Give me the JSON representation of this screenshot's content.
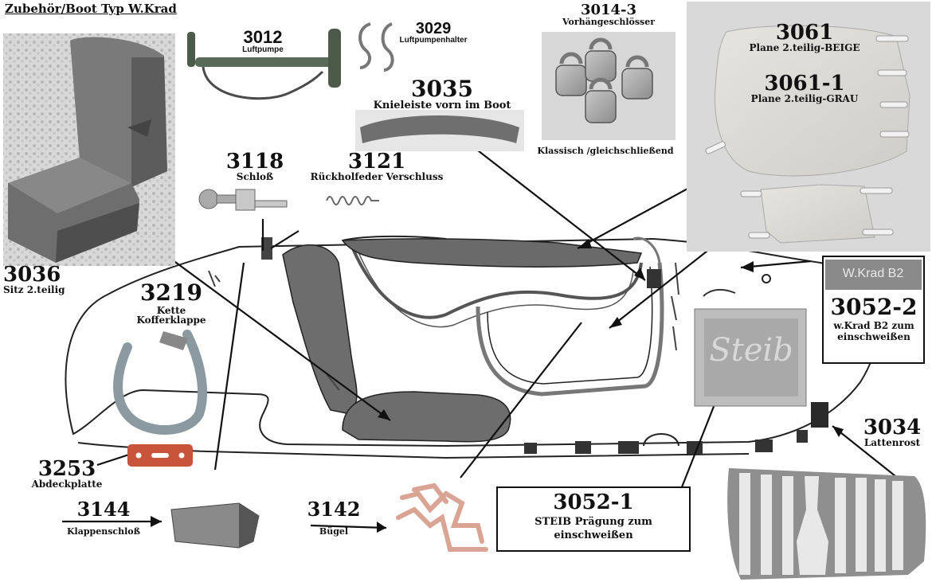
{
  "title": "Zubehör/Boot Typ W.Krad",
  "parts": {
    "p3012": {
      "number": "3012",
      "name": "Luftpumpe"
    },
    "p3029": {
      "number": "3029",
      "name": "Luftpumpenhalter"
    },
    "p3014": {
      "number": "3014-3",
      "name": "Vorhängeschlösser",
      "note": "Klassisch /gleichschließend"
    },
    "p3061": {
      "number": "3061",
      "name": "Plane 2.teilig-BEIGE"
    },
    "p3061_1": {
      "number": "3061-1",
      "name": "Plane 2.teilig-GRAU"
    },
    "p3035": {
      "number": "3035",
      "name": "Knieleiste vorn im Boot"
    },
    "p3118": {
      "number": "3118",
      "name": "Schloß"
    },
    "p3121": {
      "number": "3121",
      "name": "Rückholfeder Verschluss"
    },
    "p3036": {
      "number": "3036",
      "name": "Sitz 2.teilig"
    },
    "p3219": {
      "number": "3219",
      "name": "Kette Kofferklappe"
    },
    "p3052_2": {
      "number": "3052-2",
      "name": "w.Krad B2 zum einschweißen",
      "plate_text": "W.Krad B2"
    },
    "p3034": {
      "number": "3034",
      "name": "Lattenrost"
    },
    "p3253": {
      "number": "3253",
      "name": "Abdeckplatte"
    },
    "p3144": {
      "number": "3144",
      "name": "Klappenschloß"
    },
    "p3142": {
      "number": "3142",
      "name": "Bügel"
    },
    "p3052_1": {
      "number": "3052-1",
      "name": "STEIB Prägung zum einschweißen",
      "emblem_text": "Steib"
    }
  }
}
